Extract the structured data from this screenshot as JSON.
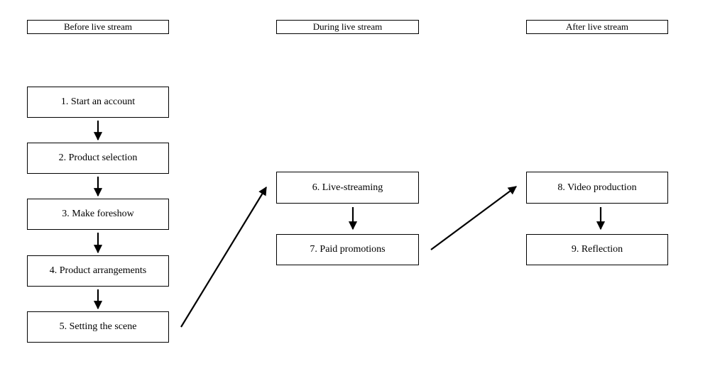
{
  "phases": {
    "before": "Before live stream",
    "during": "During live stream",
    "after": "After live stream"
  },
  "steps": [
    "1. Start an account",
    "2. Product selection",
    "3. Make foreshow",
    "4.  Product arrangements",
    "5. Setting the scene",
    "6. Live-streaming",
    "7. Paid promotions",
    "8. Video production",
    "9. Reflection"
  ],
  "colors": {
    "stroke": "#000000",
    "background": "#ffffff"
  }
}
